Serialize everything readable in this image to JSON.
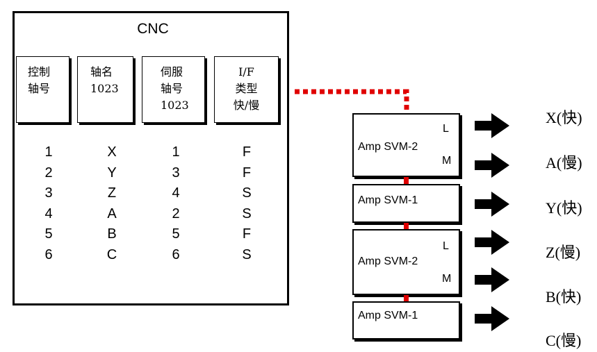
{
  "cnc": {
    "title": "CNC",
    "headers": [
      {
        "line1": "控制",
        "line2": "轴号",
        "line3": ""
      },
      {
        "line1": "轴名",
        "line2": "1023",
        "line3": ""
      },
      {
        "line1": "伺服",
        "line2": "轴号",
        "line3": "1023"
      },
      {
        "line1": "I/F",
        "line2": "类型",
        "line3": "快/慢"
      }
    ],
    "columns": {
      "control_axis": [
        "1",
        "2",
        "3",
        "4",
        "5",
        "6"
      ],
      "axis_name": [
        "X",
        "Y",
        "Z",
        "A",
        "B",
        "C"
      ],
      "servo_axis": [
        "1",
        "3",
        "4",
        "2",
        "5",
        "6"
      ],
      "if_type": [
        "F",
        "F",
        "S",
        "S",
        "F",
        "S"
      ]
    }
  },
  "amplifiers": [
    {
      "label": "Amp  SVM-2",
      "port_l": "L",
      "port_m": "M"
    },
    {
      "label": "Amp  SVM-1"
    },
    {
      "label": "Amp  SVM-2",
      "port_l": "L",
      "port_m": "M"
    },
    {
      "label": "Amp  SVM-1"
    }
  ],
  "axis_outputs": [
    "X(快)",
    "A(慢)",
    "Y(快)",
    "Z(慢)",
    "B(快)",
    "C(慢)"
  ],
  "colors": {
    "link": "#e00000",
    "line": "#000000"
  }
}
